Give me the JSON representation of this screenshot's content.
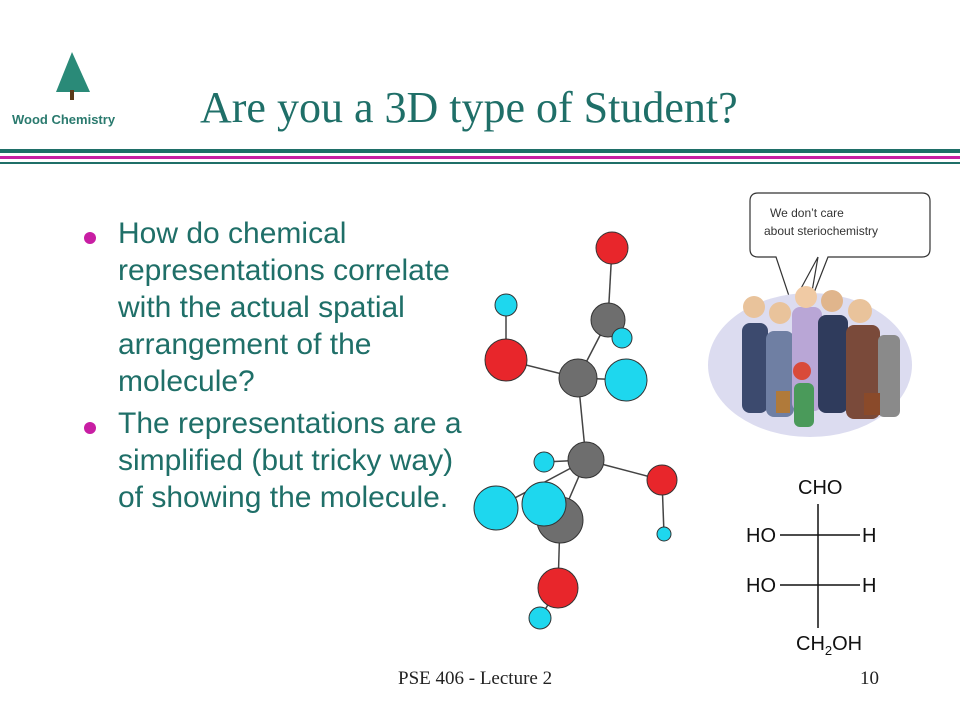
{
  "header": {
    "logo_label": "Wood Chemistry",
    "title": "Are you a 3D type of Student?"
  },
  "bullets": [
    {
      "text": "How do chemical representations correlate with the actual spatial arrangement of the molecule?"
    },
    {
      "text": "The representations are a simplified (but tricky way) of showing the molecule."
    }
  ],
  "speech_bubble": {
    "line1": "We don’t care",
    "line2": "about steriochemistry"
  },
  "fischer": {
    "top": "CHO",
    "left1": "HO",
    "right1": "H",
    "left2": "HO",
    "right2": "H",
    "bottom_pre": "CH",
    "bottom_sub": "2",
    "bottom_post": "OH"
  },
  "footer": {
    "center": "PSE 406 - Lecture 2",
    "page": "10"
  },
  "colors": {
    "teal": "#1f6f68",
    "magenta": "#c81ea3",
    "oxygen": "#e8262b",
    "hydrogen": "#1ed7ee",
    "carbon": "#6e6e6e"
  }
}
